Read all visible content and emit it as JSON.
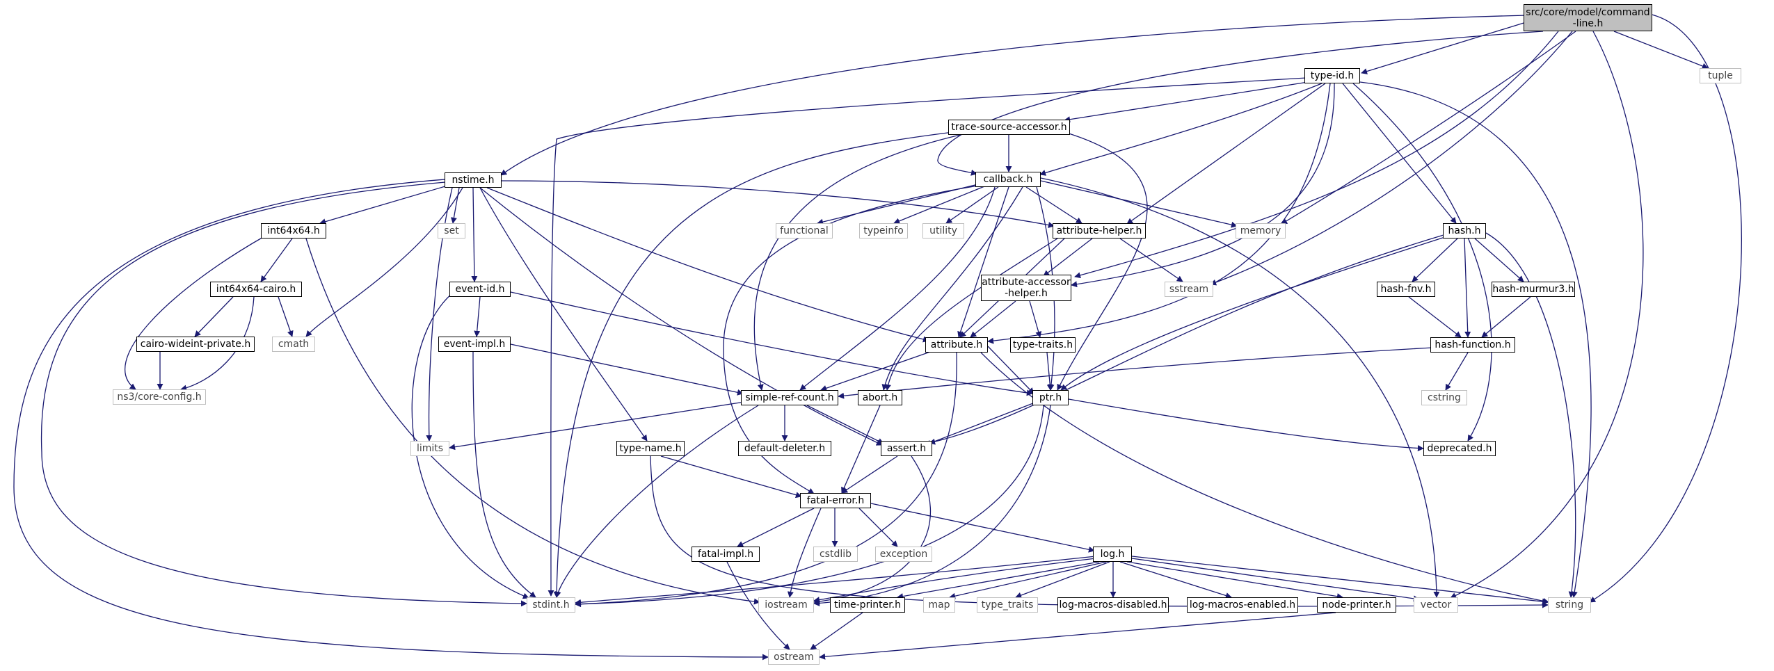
{
  "graph": {
    "edge_color": "#191970",
    "root_fill": "#bfbfbf",
    "external_border": "#bfbfbf",
    "nodes": {
      "root": "src/core/model/command\n-line.h",
      "type_id": "type-id.h",
      "tuple": "tuple",
      "trace_source_accessor": "trace-source-accessor.h",
      "callback": "callback.h",
      "nstime": "nstime.h",
      "int64x64": "int64x64.h",
      "set": "set",
      "event_id": "event-id.h",
      "int64x64_cairo": "int64x64-cairo.h",
      "cmath": "cmath",
      "cairo_wideint": "cairo-wideint-private.h",
      "core_config": "ns3/core-config.h",
      "event_impl": "event-impl.h",
      "functional": "functional",
      "typeinfo": "typeinfo",
      "utility": "utility",
      "attribute_helper": "attribute-helper.h",
      "memory": "memory",
      "hash": "hash.h",
      "attribute_accessor_helper": "attribute-accessor\n-helper.h",
      "sstream": "sstream",
      "hash_fnv": "hash-fnv.h",
      "hash_murmur3": "hash-murmur3.h",
      "type_traits_h": "type-traits.h",
      "hash_function": "hash-function.h",
      "attribute": "attribute.h",
      "simple_ref_count": "simple-ref-count.h",
      "abort": "abort.h",
      "ptr": "ptr.h",
      "cstring": "cstring",
      "limits": "limits",
      "default_deleter": "default-deleter.h",
      "type_name": "type-name.h",
      "assert": "assert.h",
      "deprecated": "deprecated.h",
      "fatal_error": "fatal-error.h",
      "fatal_impl": "fatal-impl.h",
      "cstdlib": "cstdlib",
      "exception": "exception",
      "log": "log.h",
      "stdint": "stdint.h",
      "iostream": "iostream",
      "time_printer": "time-printer.h",
      "map": "map",
      "type_traits": "type_traits",
      "log_macros_disabled": "log-macros-disabled.h",
      "log_macros_enabled": "log-macros-enabled.h",
      "node_printer": "node-printer.h",
      "vector": "vector",
      "string": "string",
      "ostream": "ostream"
    }
  }
}
